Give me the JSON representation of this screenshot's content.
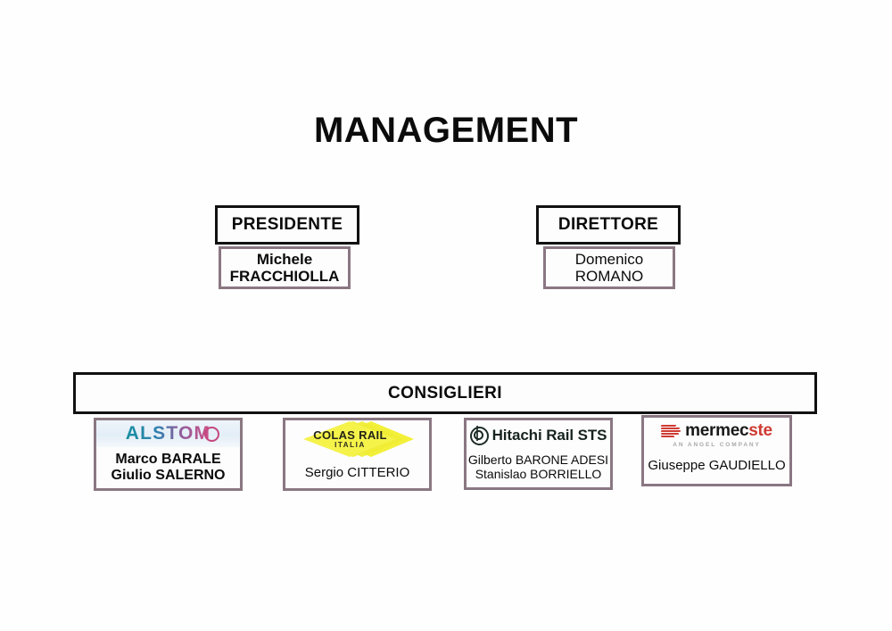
{
  "page": {
    "title": "MANAGEMENT",
    "background_color": "#fefefe",
    "border_black": "#111111",
    "border_mauve": "#8a7782"
  },
  "leadership": [
    {
      "role_label": "PRESIDENTE",
      "name_first": "Michele",
      "name_last": "FRACCHIOLLA",
      "name_bold": true
    },
    {
      "role_label": "DIRETTORE",
      "name_first": "Domenico",
      "name_last": "ROMANO",
      "name_bold": false
    }
  ],
  "board": {
    "banner_label": "CONSIGLIERI",
    "members": [
      {
        "company": "ALSTOM",
        "logo_icon": "alstom-logo",
        "logo_text": "ALSTOM",
        "logo_colors": {
          "start": "#188fa0",
          "end": "#cf4f86",
          "background": "#e8f1f9"
        },
        "people": [
          "Marco BARALE",
          "Giulio SALERNO"
        ],
        "people_bold": true
      },
      {
        "company": "COLAS RAIL ITALIA",
        "logo_icon": "colas-rail-logo",
        "logo_text": "COLAS RAIL",
        "logo_subtext": "ITALIA",
        "logo_colors": {
          "diamond": "#f2ef2e",
          "text": "#232318"
        },
        "people": [
          "Sergio CITTERIO"
        ],
        "people_bold": false
      },
      {
        "company": "Hitachi Rail STS",
        "logo_icon": "hitachi-rail-logo",
        "logo_text": "Hitachi Rail STS",
        "logo_colors": {
          "mark": "#1c2b26",
          "text": "#17231f"
        },
        "people": [
          "Gilberto BARONE ADESI",
          "Stanislao BORRIELLO"
        ],
        "people_bold": false
      },
      {
        "company": "MERMEC STE",
        "logo_icon": "mermec-ste-logo",
        "logo_text_dark": "mermec",
        "logo_text_accent": "ste",
        "logo_tagline": "AN ANGEL COMPANY",
        "logo_colors": {
          "accent": "#cf3b33",
          "dark": "#1a1a1a",
          "tagline": "#a9a9a9"
        },
        "people": [
          "Giuseppe GAUDIELLO"
        ],
        "people_bold": false
      }
    ]
  }
}
